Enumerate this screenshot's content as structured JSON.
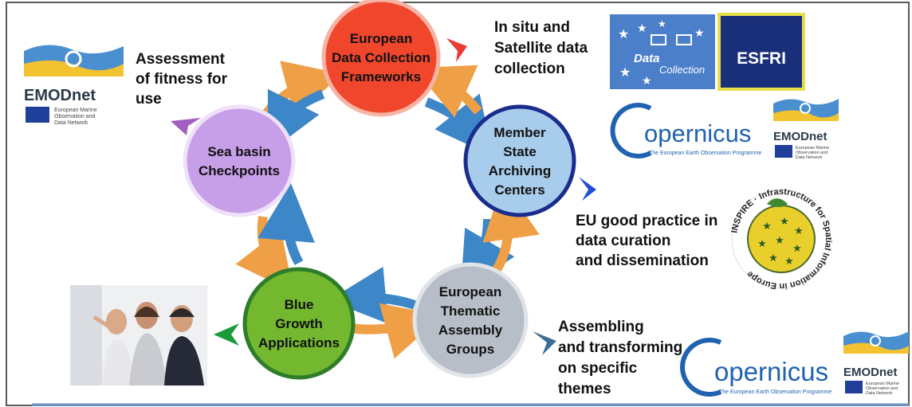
{
  "nodes": {
    "edcf": {
      "lines": [
        "European",
        "Data Collection",
        "Frameworks"
      ],
      "fill": "#f0472c",
      "stroke": "#f7b3a4",
      "text_color": "#111111"
    },
    "msac": {
      "lines": [
        "Member",
        "State",
        "Archiving",
        "Centers"
      ],
      "fill": "#a7ccec",
      "stroke": "#1b2d8c",
      "text_color": "#111111"
    },
    "etag": {
      "lines": [
        "European",
        "Thematic",
        "Assembly",
        "Groups"
      ],
      "fill": "#b8bec7",
      "stroke": "#e0e3e8",
      "text_color": "#111111"
    },
    "bga": {
      "lines": [
        "Blue",
        "Growth",
        "Applications"
      ],
      "fill": "#74b82f",
      "stroke": "#2e7d2a",
      "text_color": "#111111"
    },
    "sbc": {
      "lines": [
        "Sea basin",
        "Checkpoints"
      ],
      "fill": "#c79ee8",
      "stroke": "#efe1fa",
      "text_color": "#111111"
    }
  },
  "callouts": {
    "fitness": [
      "Assessment",
      "of fitness for",
      "use"
    ],
    "insitu": [
      "In situ and",
      "Satellite data",
      "collection"
    ],
    "curation": [
      "EU good practice in",
      "data curation",
      "and dissemination"
    ],
    "assembling": [
      "Assembling",
      "and transforming",
      "on specific",
      "themes"
    ]
  },
  "logos": {
    "emodnet_name": "EMODnet",
    "emodnet_sub": [
      "European Marine",
      "Observation and",
      "Data Network"
    ],
    "copernicus_name": "opernicus",
    "copernicus_sub": "The European Earth Observation Programme",
    "data_collection": [
      "Data",
      "Collection"
    ],
    "esfri": "ESFRI",
    "inspire_ring": "INSPIRE · Infrastructure for Spatial Information in Europe"
  },
  "colors": {
    "arrow_orange": "#ef9f45",
    "arrow_blue": "#3d86c8",
    "pointer_red": "#e73b33",
    "pointer_blue": "#1f4ed8",
    "pointer_purple": "#a25fbf",
    "pointer_green": "#1c9a3a",
    "pointer_steel": "#3d6f96"
  }
}
